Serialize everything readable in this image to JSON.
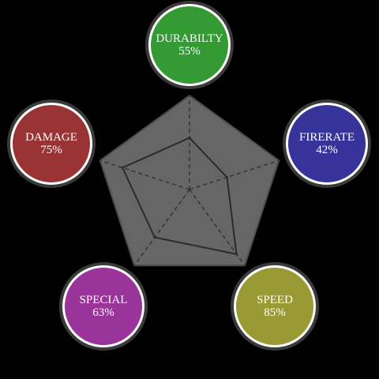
{
  "stats": [
    {
      "name": "DURABILTY",
      "value_label": "55%",
      "value": 55,
      "color": "#349a34"
    },
    {
      "name": "FIRERATE",
      "value_label": "42%",
      "value": 42,
      "color": "#36349a"
    },
    {
      "name": "SPEED",
      "value_label": "85%",
      "value": 85,
      "color": "#9a9a34"
    },
    {
      "name": "SPECIAL",
      "value_label": "63%",
      "value": 63,
      "color": "#9a349a"
    },
    {
      "name": "DAMAGE",
      "value_label": "75%",
      "value": 75,
      "color": "#9a3434"
    }
  ],
  "chart_data": {
    "type": "radar",
    "categories": [
      "DURABILTY",
      "FIRERATE",
      "SPEED",
      "SPECIAL",
      "DAMAGE"
    ],
    "values": [
      55,
      42,
      85,
      63,
      75
    ],
    "range": [
      0,
      100
    ],
    "colors": {
      "background": "#000000",
      "polygon_fill": "#666666",
      "polygon_stroke": "#4a4a4a",
      "data_stroke": "#2b2b2b",
      "axis_stroke": "#333333"
    }
  }
}
